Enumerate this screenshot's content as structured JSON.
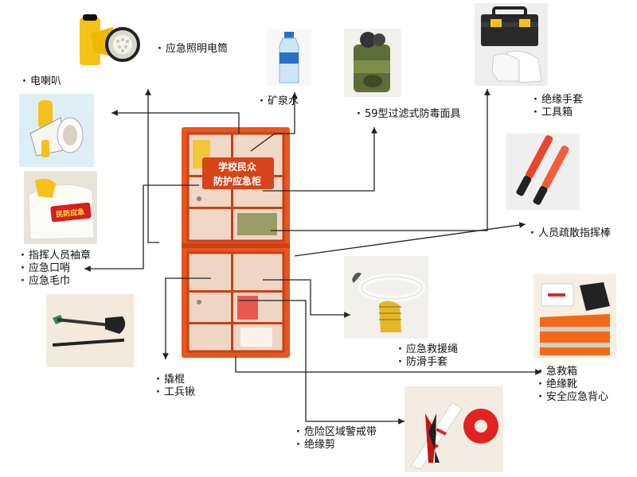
{
  "cabinet": {
    "sign_line1": "学校民众",
    "sign_line2": "防护应急柜",
    "body_color": "#ea5a1c",
    "frame_color": "#f06a2a"
  },
  "labels": {
    "flashlight": [
      "应急照明电筒"
    ],
    "megaphone": [
      "电喇叭"
    ],
    "water": [
      "矿泉水"
    ],
    "gasmask": [
      "59型过滤式防毒面具"
    ],
    "gloves_toolbox": [
      "绝缘手套",
      "工具箱"
    ],
    "baton": [
      "人员疏散指挥棒"
    ],
    "armband_whistle_towel": [
      "指挥人员袖章",
      "应急口哨",
      "应急毛巾"
    ],
    "rope_gloves": [
      "应急救援绳",
      "防滑手套"
    ],
    "firstaid_boots_vest": [
      "急救箱",
      "绝缘靴",
      "安全应急背心"
    ],
    "crowbar_shovel": [
      "撬棍",
      "工兵锹"
    ],
    "tape_cutter": [
      "危险区域警戒带",
      "绝缘剪"
    ]
  },
  "armband_text": "民防应急",
  "colors": {
    "line": "#222222",
    "photo_bg": "#f3ece2"
  }
}
